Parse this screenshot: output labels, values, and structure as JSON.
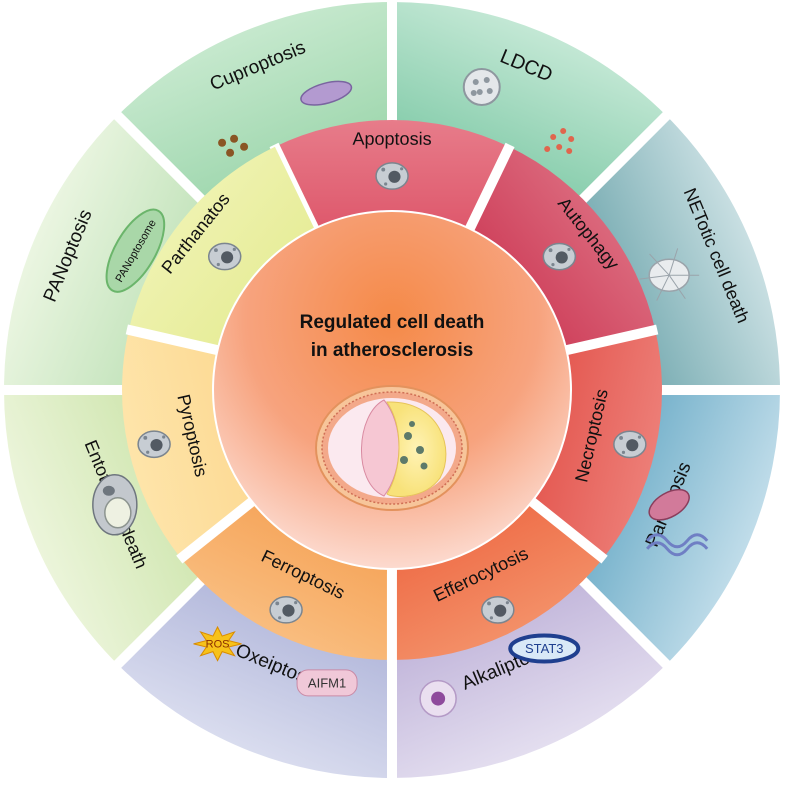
{
  "center": {
    "title_line1": "Regulated cell death",
    "title_line2": "in atherosclerosis"
  },
  "inner_ring": [
    {
      "id": "apoptosis",
      "label": "Apoptosis",
      "color_a": "#f2a7ae",
      "color_b": "#d9445b",
      "icon": "apoptotic-cell-icon"
    },
    {
      "id": "autophagy",
      "label": "Autophagy",
      "color_a": "#e8939f",
      "color_b": "#c92e4c",
      "icon": "autophagosome-icon"
    },
    {
      "id": "necroptosis",
      "label": "Necroptosis",
      "color_a": "#f6a8a2",
      "color_b": "#e0463e",
      "icon": "necroptotic-cell-icon"
    },
    {
      "id": "efferocytosis",
      "label": "Efferocytosis",
      "color_a": "#f9b58a",
      "color_b": "#ec5e3a",
      "icon": "macrophage-icon"
    },
    {
      "id": "ferroptosis",
      "label": "Ferroptosis",
      "color_a": "#fdd7a6",
      "color_b": "#f49a4a",
      "icon": "ferroptotic-cell-icon"
    },
    {
      "id": "pyroptosis",
      "label": "Pyroptosis",
      "color_a": "#fff0c2",
      "color_b": "#fcd58a",
      "icon": "pyroptotic-cell-icon"
    },
    {
      "id": "parthanatos",
      "label": "Parthanatos",
      "color_a": "#f7f8c8",
      "color_b": "#e3ea8e",
      "icon": "parthanatos-cell-icon"
    }
  ],
  "outer_ring": [
    {
      "id": "ldcd",
      "label": "LDCD",
      "color_a": "#c8ead8",
      "color_b": "#4db385",
      "icon": "lysosome-icon"
    },
    {
      "id": "netotic",
      "label": "NETotic cell death",
      "color_a": "#cfe3e6",
      "color_b": "#2e7d86",
      "icon": "net-cell-icon"
    },
    {
      "id": "paraptosis",
      "label": "Paraptosis",
      "color_a": "#c6e0ec",
      "color_b": "#2c87ad",
      "icon": "mitochondria-icon"
    },
    {
      "id": "alkaliptosis",
      "label": "Alkaliptosis",
      "color_a": "#e6e1f1",
      "color_b": "#a18fc6",
      "icon": "stat3-icon",
      "badge": "STAT3"
    },
    {
      "id": "oxeiptosis",
      "label": "Oxeiptosis",
      "color_a": "#dcdff0",
      "color_b": "#8f96c9",
      "icon": "ros-burst-icon",
      "badge1": "ROS",
      "badge2": "AIFM1"
    },
    {
      "id": "entotic",
      "label": "Entotic cell death",
      "color_a": "#eef6de",
      "color_b": "#b7d98a",
      "icon": "entotic-cell-icon"
    },
    {
      "id": "panoptosis",
      "label": "PANoptosis",
      "color_a": "#eef7e4",
      "color_b": "#9fd39a",
      "icon": "panoptosome-icon",
      "badge": "PANoptosome"
    },
    {
      "id": "cuproptosis",
      "label": "Cuproptosis",
      "color_a": "#c9ead0",
      "color_b": "#7cc792",
      "icon": "copper-mitochondria-icon"
    }
  ],
  "colors": {
    "center_top": "#f07a3c",
    "center_bottom": "#fde6e0",
    "ring_gap": "#ffffff",
    "text": "#111111"
  }
}
